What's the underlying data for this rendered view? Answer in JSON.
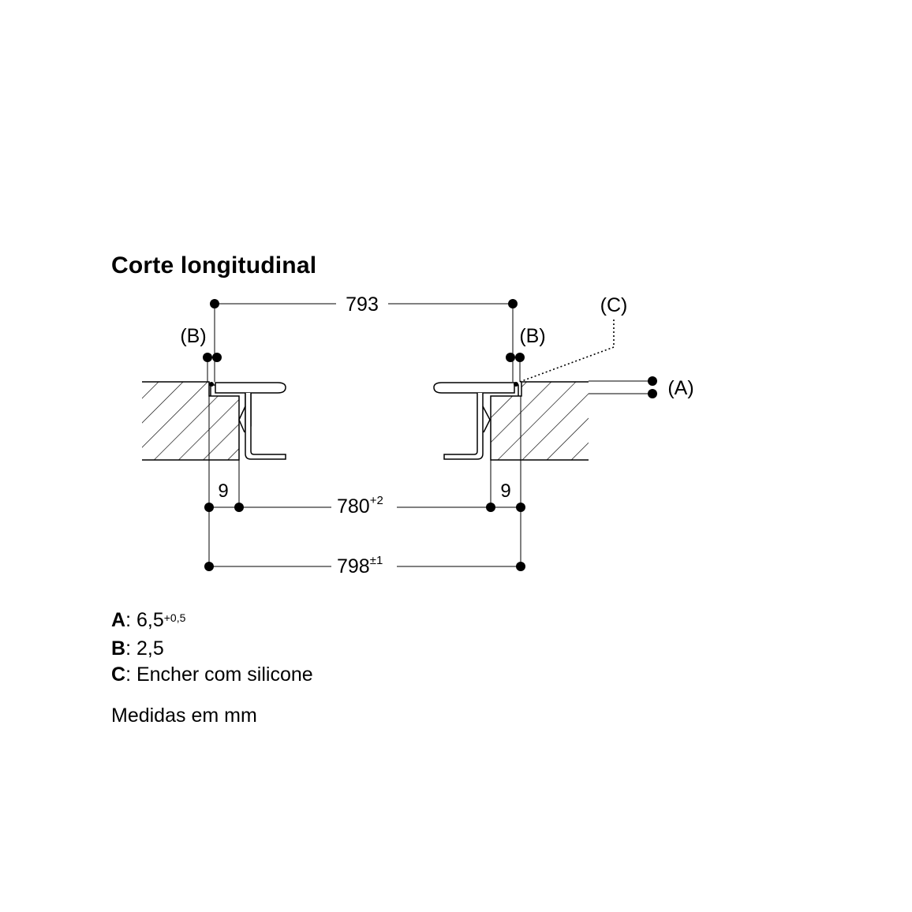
{
  "title": "Corte longitudinal",
  "dimensions": {
    "top": "793",
    "inner_value": "780",
    "inner_tolerance": "+2",
    "outer_value": "798",
    "outer_tolerance": "±1",
    "left_gap": "9",
    "right_gap": "9"
  },
  "callouts": {
    "a": "(A)",
    "b_left": "(B)",
    "b_right": "(B)",
    "c": "(C)"
  },
  "legend": [
    {
      "key": "A",
      "sep": ":",
      "value": "6,5",
      "sup": "+0,5"
    },
    {
      "key": "B",
      "sep": ":",
      "value": "2,5",
      "sup": ""
    },
    {
      "key": "C",
      "sep": ":",
      "value": "Encher com silicone",
      "sup": ""
    }
  ],
  "units_note": "Medidas em mm"
}
